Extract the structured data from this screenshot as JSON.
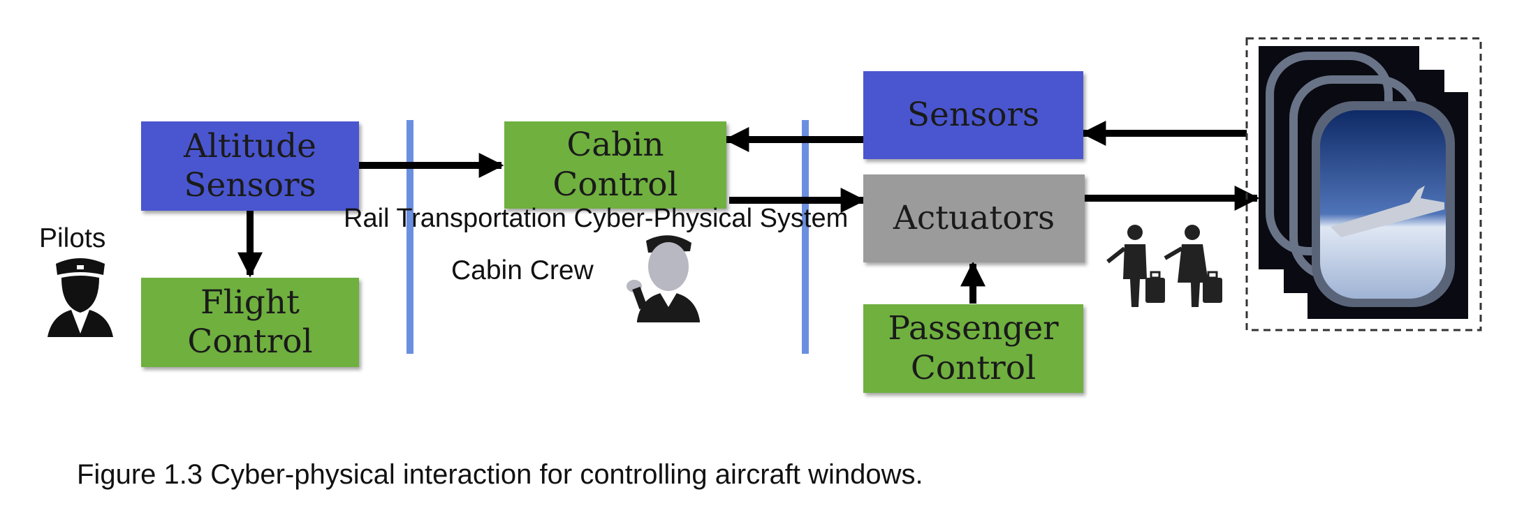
{
  "blocks": {
    "altitude_sensors": "Altitude Sensors",
    "flight_control": "Flight Control",
    "cabin_control": "Cabin Control",
    "sensors": "Sensors",
    "actuators": "Actuators",
    "passenger_control": "Passenger Control"
  },
  "labels": {
    "pilots": "Pilots",
    "cabin_crew": "Cabin Crew",
    "overlay": "Rail Transportation Cyber-Physical System"
  },
  "caption": "Figure 1.3 Cyber-physical interaction for controlling aircraft windows.",
  "colors": {
    "sensor_blue": "#4a56cf",
    "control_green": "#6fb03f",
    "actuator_gray": "#9b9b9b",
    "divider_blue": "#6b8fe0"
  }
}
